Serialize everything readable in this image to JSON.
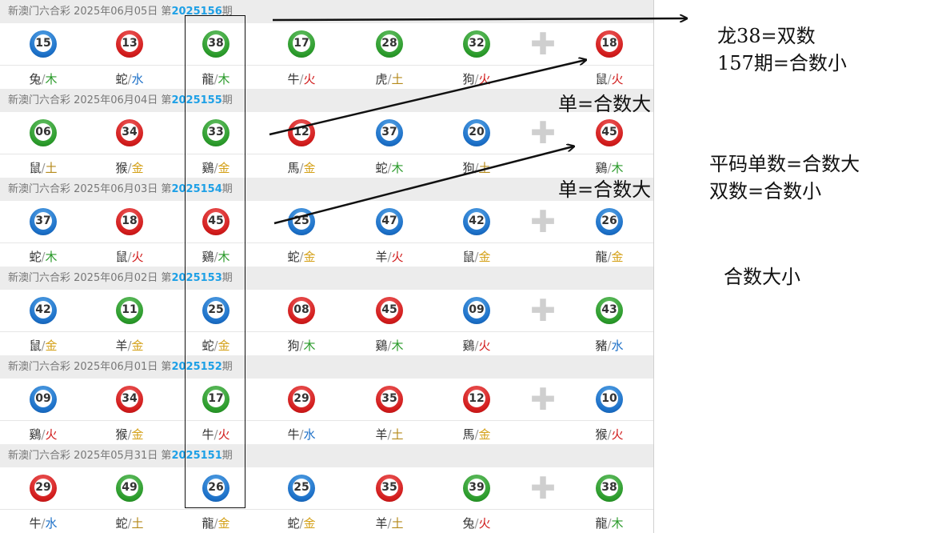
{
  "draws": [
    {
      "label": "新澳门六合彩 2025年06月05日 第",
      "period": "2025156",
      "qi": "期",
      "balls": [
        {
          "num": "15",
          "color": "blue",
          "zodiac": "兔",
          "element": "木"
        },
        {
          "num": "13",
          "color": "red",
          "zodiac": "蛇",
          "element": "水"
        },
        {
          "num": "38",
          "color": "green",
          "zodiac": "龍",
          "element": "木"
        },
        {
          "num": "17",
          "color": "green",
          "zodiac": "牛",
          "element": "火"
        },
        {
          "num": "28",
          "color": "green",
          "zodiac": "虎",
          "element": "土"
        },
        {
          "num": "32",
          "color": "green",
          "zodiac": "狗",
          "element": "火"
        }
      ],
      "special": {
        "num": "18",
        "color": "red",
        "zodiac": "鼠",
        "element": "火"
      }
    },
    {
      "label": "新澳门六合彩 2025年06月04日 第",
      "period": "2025155",
      "qi": "期",
      "balls": [
        {
          "num": "06",
          "color": "green",
          "zodiac": "鼠",
          "element": "土"
        },
        {
          "num": "34",
          "color": "red",
          "zodiac": "猴",
          "element": "金"
        },
        {
          "num": "33",
          "color": "green",
          "zodiac": "鷄",
          "element": "金"
        },
        {
          "num": "12",
          "color": "red",
          "zodiac": "馬",
          "element": "金"
        },
        {
          "num": "37",
          "color": "blue",
          "zodiac": "蛇",
          "element": "木"
        },
        {
          "num": "20",
          "color": "blue",
          "zodiac": "狗",
          "element": "土"
        }
      ],
      "special": {
        "num": "45",
        "color": "red",
        "zodiac": "鷄",
        "element": "木"
      }
    },
    {
      "label": "新澳门六合彩 2025年06月03日 第",
      "period": "2025154",
      "qi": "期",
      "balls": [
        {
          "num": "37",
          "color": "blue",
          "zodiac": "蛇",
          "element": "木"
        },
        {
          "num": "18",
          "color": "red",
          "zodiac": "鼠",
          "element": "火"
        },
        {
          "num": "45",
          "color": "red",
          "zodiac": "鷄",
          "element": "木"
        },
        {
          "num": "25",
          "color": "blue",
          "zodiac": "蛇",
          "element": "金"
        },
        {
          "num": "47",
          "color": "blue",
          "zodiac": "羊",
          "element": "火"
        },
        {
          "num": "42",
          "color": "blue",
          "zodiac": "鼠",
          "element": "金"
        }
      ],
      "special": {
        "num": "26",
        "color": "blue",
        "zodiac": "龍",
        "element": "金"
      }
    },
    {
      "label": "新澳门六合彩 2025年06月02日 第",
      "period": "2025153",
      "qi": "期",
      "balls": [
        {
          "num": "42",
          "color": "blue",
          "zodiac": "鼠",
          "element": "金"
        },
        {
          "num": "11",
          "color": "green",
          "zodiac": "羊",
          "element": "金"
        },
        {
          "num": "25",
          "color": "blue",
          "zodiac": "蛇",
          "element": "金"
        },
        {
          "num": "08",
          "color": "red",
          "zodiac": "狗",
          "element": "木"
        },
        {
          "num": "45",
          "color": "red",
          "zodiac": "鷄",
          "element": "木"
        },
        {
          "num": "09",
          "color": "blue",
          "zodiac": "鷄",
          "element": "火"
        }
      ],
      "special": {
        "num": "43",
        "color": "green",
        "zodiac": "豬",
        "element": "水"
      }
    },
    {
      "label": "新澳门六合彩 2025年06月01日 第",
      "period": "2025152",
      "qi": "期",
      "balls": [
        {
          "num": "09",
          "color": "blue",
          "zodiac": "鷄",
          "element": "火"
        },
        {
          "num": "34",
          "color": "red",
          "zodiac": "猴",
          "element": "金"
        },
        {
          "num": "17",
          "color": "green",
          "zodiac": "牛",
          "element": "火"
        },
        {
          "num": "29",
          "color": "red",
          "zodiac": "牛",
          "element": "水"
        },
        {
          "num": "35",
          "color": "red",
          "zodiac": "羊",
          "element": "土"
        },
        {
          "num": "12",
          "color": "red",
          "zodiac": "馬",
          "element": "金"
        }
      ],
      "special": {
        "num": "10",
        "color": "blue",
        "zodiac": "猴",
        "element": "火"
      }
    },
    {
      "label": "新澳门六合彩 2025年05月31日 第",
      "period": "2025151",
      "qi": "期",
      "balls": [
        {
          "num": "29",
          "color": "red",
          "zodiac": "牛",
          "element": "水"
        },
        {
          "num": "49",
          "color": "green",
          "zodiac": "蛇",
          "element": "土"
        },
        {
          "num": "26",
          "color": "blue",
          "zodiac": "龍",
          "element": "金"
        },
        {
          "num": "25",
          "color": "blue",
          "zodiac": "蛇",
          "element": "金"
        },
        {
          "num": "35",
          "color": "red",
          "zodiac": "羊",
          "element": "土"
        },
        {
          "num": "39",
          "color": "green",
          "zodiac": "兔",
          "element": "火"
        }
      ],
      "special": {
        "num": "38",
        "color": "green",
        "zodiac": "龍",
        "element": "木"
      }
    }
  ],
  "plus_symbol": "✚",
  "separator": "/",
  "notes": {
    "n1_line1": "龙38=双数",
    "n1_line2": "157期=合数小",
    "n2": "单=合数大",
    "n3": "单=合数大",
    "n4_line1": "平码单数=合数大",
    "n4_line2": "双数=合数小",
    "n5": "合数大小"
  }
}
